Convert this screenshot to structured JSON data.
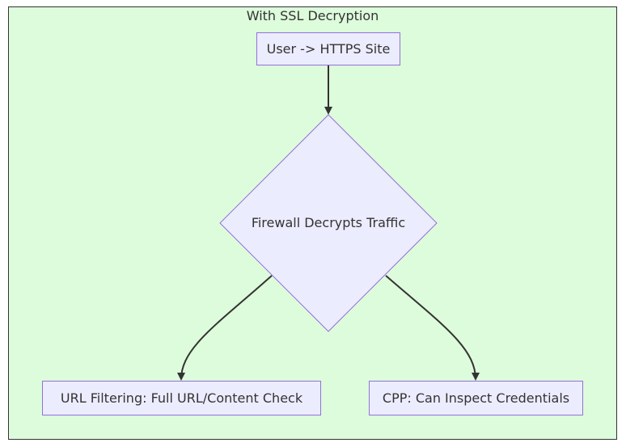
{
  "diagram": {
    "cluster_title": "With SSL Decryption",
    "nodes": {
      "user_site": "User -> HTTPS Site",
      "firewall": "Firewall Decrypts Traffic",
      "url_filtering": "URL Filtering: Full URL/Content Check",
      "cpp": "CPP: Can Inspect Credentials"
    },
    "edges": [
      {
        "from": "user_site",
        "to": "firewall"
      },
      {
        "from": "firewall",
        "to": "url_filtering"
      },
      {
        "from": "firewall",
        "to": "cpp"
      }
    ]
  },
  "colors": {
    "cluster_fill": "#ddfcdb",
    "cluster_stroke": "#333333",
    "node_fill": "#ececff",
    "node_stroke": "#9370db",
    "edge": "#333333",
    "text": "#333333"
  }
}
